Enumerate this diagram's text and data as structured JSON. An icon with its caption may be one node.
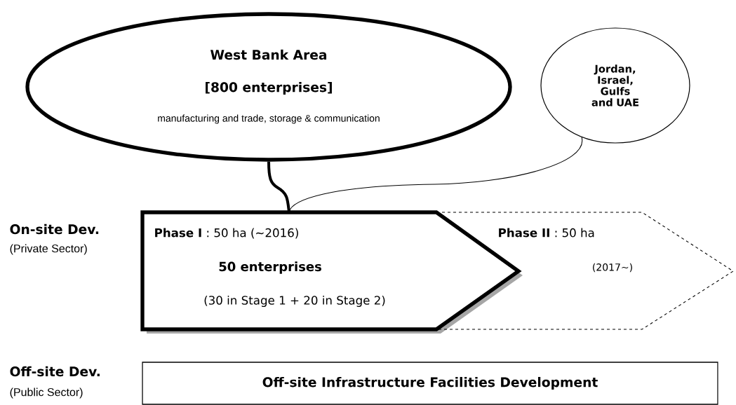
{
  "diagram": {
    "nodes": [
      {
        "text": [
          "West Bank Area",
          "[800 enterprises]",
          "manufacturing and trade, storage & communication"
        ]
      },
      {
        "text": [
          "Jordan, Israel, Gulfs and UAE"
        ]
      },
      {
        "text": [
          "**Phase I** : 50 ha (~2016)",
          "50 enterprises",
          "(30 in Stage 1 + 20 in Stage 2)"
        ]
      },
      {
        "text": [
          "**Phase II** : 50 ha",
          "(2017~)"
        ]
      },
      {
        "text": [
          "Off-site Infrastructure Facilities Development"
        ]
      }
    ],
    "edges": [
      {
        "from": 0,
        "to": 2,
        "arrow": "none",
        "style": "thick"
      },
      {
        "from": 1,
        "to": 2,
        "arrow": "none"
      }
    ],
    "labels": [
      "On-site Dev.",
      "(Private Sector)",
      "Off-site Dev.",
      "(Public Sector)"
    ]
  }
}
